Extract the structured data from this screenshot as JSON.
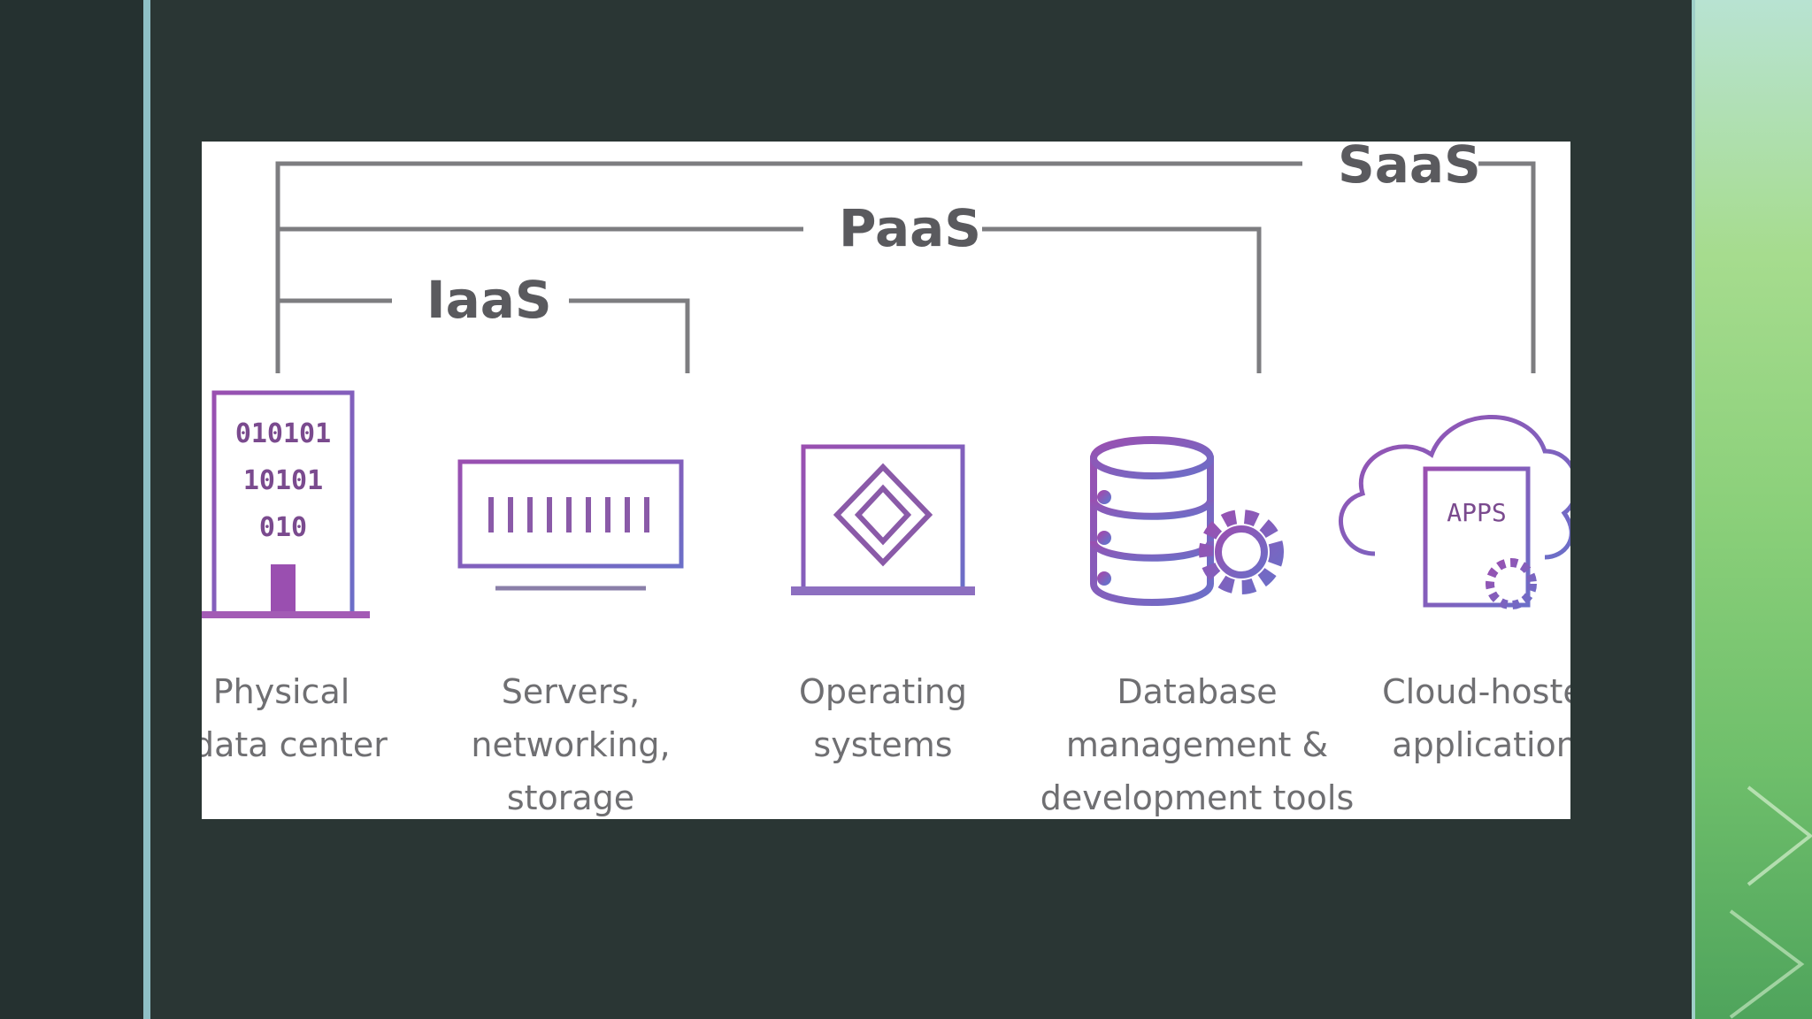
{
  "diagram": {
    "tiers": [
      {
        "id": "saas",
        "label": "SaaS"
      },
      {
        "id": "paas",
        "label": "PaaS"
      },
      {
        "id": "iaas",
        "label": "IaaS"
      }
    ],
    "layers": [
      {
        "id": "physical",
        "caption": [
          "Physical",
          "data center"
        ],
        "icon": "building-binary-icon",
        "icon_text": [
          "010101",
          "10101",
          "010"
        ]
      },
      {
        "id": "servers",
        "caption": [
          "Servers,",
          "networking,",
          "storage"
        ],
        "icon": "server-rack-icon"
      },
      {
        "id": "os",
        "caption": [
          "Operating",
          "systems"
        ],
        "icon": "laptop-diamond-icon"
      },
      {
        "id": "database",
        "caption": [
          "Database",
          "management &",
          "development tools"
        ],
        "icon": "database-gear-icon"
      },
      {
        "id": "apps",
        "caption": [
          "Cloud-hosted",
          "applications"
        ],
        "icon": "cloud-apps-icon",
        "icon_text": [
          "APPS"
        ]
      }
    ],
    "colors": {
      "bracket": "#7d7d80",
      "icon_start": "#9a4fb0",
      "icon_end": "#6b6fc8",
      "caption": "#6f6f72"
    }
  }
}
